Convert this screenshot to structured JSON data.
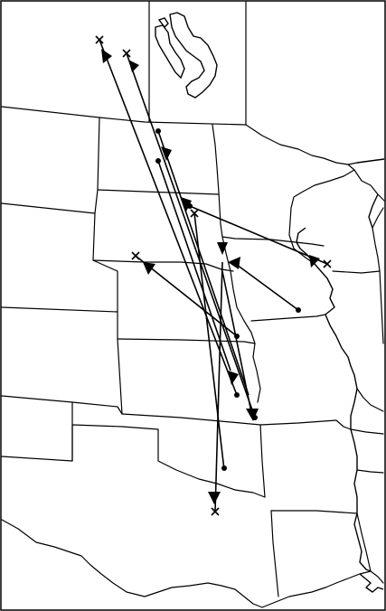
{
  "map": {
    "marker_legend": {
      "start": "x-mark",
      "end": "filled-dot",
      "direction": "filled-triangle-arrow"
    },
    "line_color": "#000000",
    "background": "#ffffff"
  }
}
